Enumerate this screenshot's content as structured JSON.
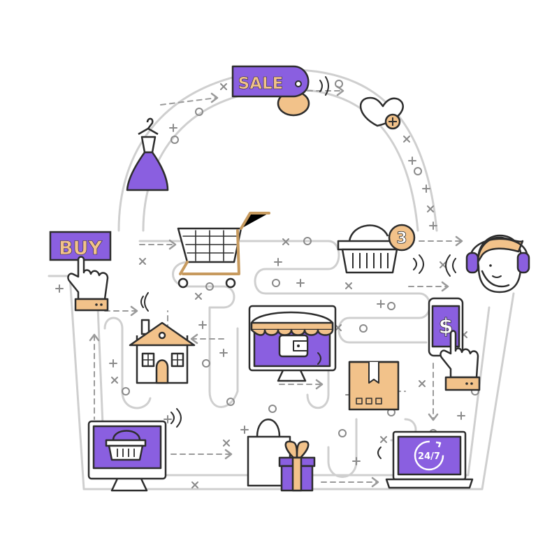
{
  "labels": {
    "sale": "SALE",
    "buy": "BUY",
    "badge_count": "3",
    "hours": "24/7",
    "currency": "$"
  },
  "colors": {
    "purple": "#8a5fe0",
    "orange": "#f2c28a",
    "outline": "#2d2d2d",
    "path_gray": "#cfcfcf",
    "dash_gray": "#9a9a9a"
  },
  "icons": [
    "sale-tag-icon",
    "heart-plus-icon",
    "dress-icon",
    "buy-sign-icon",
    "pointing-hand-icon",
    "shopping-cart-icon",
    "basket-badge-icon",
    "support-headset-icon",
    "house-icon",
    "online-store-monitor-icon",
    "smartphone-payment-icon",
    "cardboard-box-icon",
    "monitor-basket-icon",
    "shopping-bag-icon",
    "gift-box-icon",
    "laptop-24-7-icon"
  ]
}
